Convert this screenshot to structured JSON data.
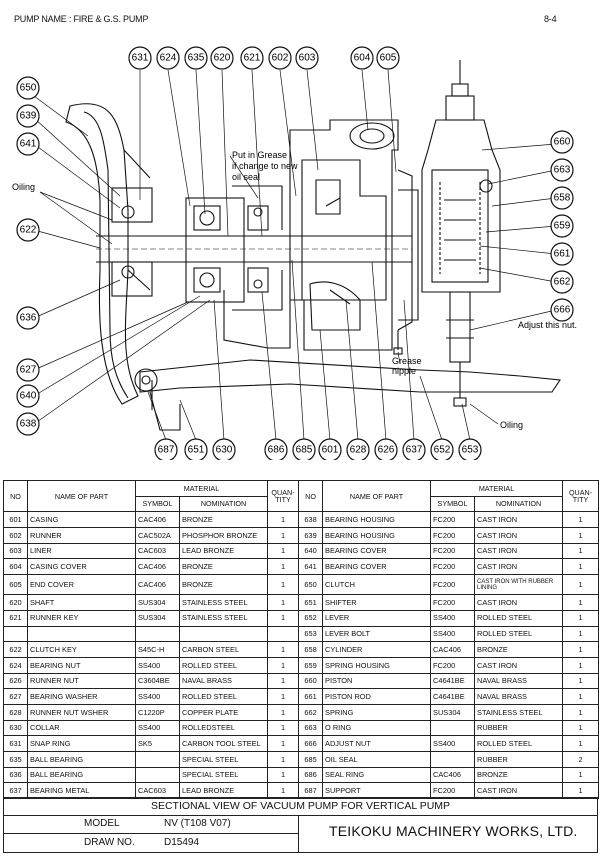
{
  "header": {
    "pump_name": "PUMP NAME : FIRE & G.S. PUMP",
    "page": "8-4"
  },
  "callouts": [
    "631",
    "624",
    "635",
    "620",
    "621",
    "602",
    "603",
    "604",
    "605",
    "650",
    "639",
    "641",
    "622",
    "636",
    "627",
    "640",
    "638",
    "660",
    "663",
    "658",
    "659",
    "661",
    "662",
    "666",
    "687",
    "651",
    "630",
    "686",
    "685",
    "601",
    "628",
    "626",
    "637",
    "652",
    "653"
  ],
  "notes": {
    "grease_note_1": "Put in Grease",
    "grease_note_2": "if change to new",
    "grease_note_3": "oil seal",
    "oiling_left": "Oiling",
    "adjust_nut": "Adjust this nut.",
    "grease_nipple_1": "Grease",
    "grease_nipple_2": "nipple",
    "oiling_right": "Oiling"
  },
  "table": {
    "headers": {
      "no": "NO",
      "name": "NAME OF PART",
      "material": "MATERIAL",
      "symbol": "SYMBOL",
      "nomination": "NOMINATION",
      "quantity_1": "QUAN-",
      "quantity_2": "TITY"
    },
    "rows": [
      {
        "l": [
          "601",
          "CASING",
          "CAC406",
          "BRONZE",
          "1"
        ],
        "r": [
          "638",
          "BEARING HOUSING",
          "FC200",
          "CAST IRON",
          "1"
        ]
      },
      {
        "l": [
          "602",
          "RUNNER",
          "CAC502A",
          "PHOSPHOR BRONZE",
          "1"
        ],
        "r": [
          "639",
          "BEARING HOUSING",
          "FC200",
          "CAST IRON",
          "1"
        ]
      },
      {
        "l": [
          "603",
          "LINER",
          "CAC603",
          "LEAD BRONZE",
          "1"
        ],
        "r": [
          "640",
          "BEARING COVER",
          "FC200",
          "CAST IRON",
          "1"
        ]
      },
      {
        "l": [
          "604",
          "CASING COVER",
          "CAC406",
          "BRONZE",
          "1"
        ],
        "r": [
          "641",
          "BEARING COVER",
          "FC200",
          "CAST IRON",
          "1"
        ]
      },
      {
        "l": [
          "605",
          "END COVER",
          "CAC406",
          "BRONZE",
          "1"
        ],
        "r": [
          "650",
          "CLUTCH",
          "FC200",
          "CAST IRON WITH RUBBER LINING",
          "1"
        ]
      },
      {
        "l": [
          "620",
          "SHAFT",
          "SUS304",
          "STAINLESS STEEL",
          "1"
        ],
        "r": [
          "651",
          "SHIFTER",
          "FC200",
          "CAST IRON",
          "1"
        ]
      },
      {
        "l": [
          "621",
          "RUNNER KEY",
          "SUS304",
          "STAINLESS STEEL",
          "1"
        ],
        "r": [
          "652",
          "LEVER",
          "SS400",
          "ROLLED STEEL",
          "1"
        ]
      },
      {
        "l": [
          "",
          "",
          "",
          "",
          ""
        ],
        "r": [
          "653",
          "LEVER BOLT",
          "SS400",
          "ROLLED STEEL",
          "1"
        ]
      },
      {
        "l": [
          "622",
          "CLUTCH KEY",
          "S45C-H",
          "CARBON STEEL",
          "1"
        ],
        "r": [
          "658",
          "CYLINDER",
          "CAC406",
          "BRONZE",
          "1"
        ]
      },
      {
        "l": [
          "624",
          "BEARING NUT",
          "SS400",
          "ROLLED STEEL",
          "1"
        ],
        "r": [
          "659",
          "SPRING HOUSING",
          "FC200",
          "CAST IRON",
          "1"
        ]
      },
      {
        "l": [
          "626",
          "RUNNER NUT",
          "C3604BE",
          "NAVAL BRASS",
          "1"
        ],
        "r": [
          "660",
          "PISTON",
          "C4641BE",
          "NAVAL BRASS",
          "1"
        ]
      },
      {
        "l": [
          "627",
          "BEARING WASHER",
          "SS400",
          "ROLLED STEEL",
          "1"
        ],
        "r": [
          "661",
          "PISTON ROD",
          "C4641BE",
          "NAVAL BRASS",
          "1"
        ]
      },
      {
        "l": [
          "628",
          "RUNNER NUT WSHER",
          "C1220P",
          "COPPER PLATE",
          "1"
        ],
        "r": [
          "662",
          "SPRING",
          "SUS304",
          "STAINLESS STEEL",
          "1"
        ]
      },
      {
        "l": [
          "630",
          "COLLAR",
          "SS400",
          "ROLLEDSTEEL",
          "1"
        ],
        "r": [
          "663",
          "O RING",
          "",
          "RUBBER",
          "1"
        ]
      },
      {
        "l": [
          "631",
          "SNAP RING",
          "SK5",
          "CARBON TOOL STEEL",
          "1"
        ],
        "r": [
          "666",
          "ADJUST NUT",
          "SS400",
          "ROLLED STEEL",
          "1"
        ]
      },
      {
        "l": [
          "635",
          "BALL BEARING",
          "",
          "SPECIAL STEEL",
          "1"
        ],
        "r": [
          "685",
          "OIL SEAL",
          "",
          "RUBBER",
          "2"
        ]
      },
      {
        "l": [
          "636",
          "BALL BEARING",
          "",
          "SPECIAL STEEL",
          "1"
        ],
        "r": [
          "686",
          "SEAL RING",
          "CAC406",
          "BRONZE",
          "1"
        ]
      },
      {
        "l": [
          "637",
          "BEARING METAL",
          "CAC603",
          "LEAD BRONZE",
          "1"
        ],
        "r": [
          "687",
          "SUPPORT",
          "FC200",
          "CAST IRON",
          "1"
        ]
      }
    ]
  },
  "footer": {
    "caption": "SECTIONAL VIEW OF VACUUM PUMP FOR VERTICAL PUMP",
    "model_label": "MODEL",
    "model_value": "NV (T108 V07)",
    "draw_label": "DRAW NO.",
    "draw_value": "D15494",
    "company": "TEIKOKU MACHINERY WORKS, LTD."
  }
}
